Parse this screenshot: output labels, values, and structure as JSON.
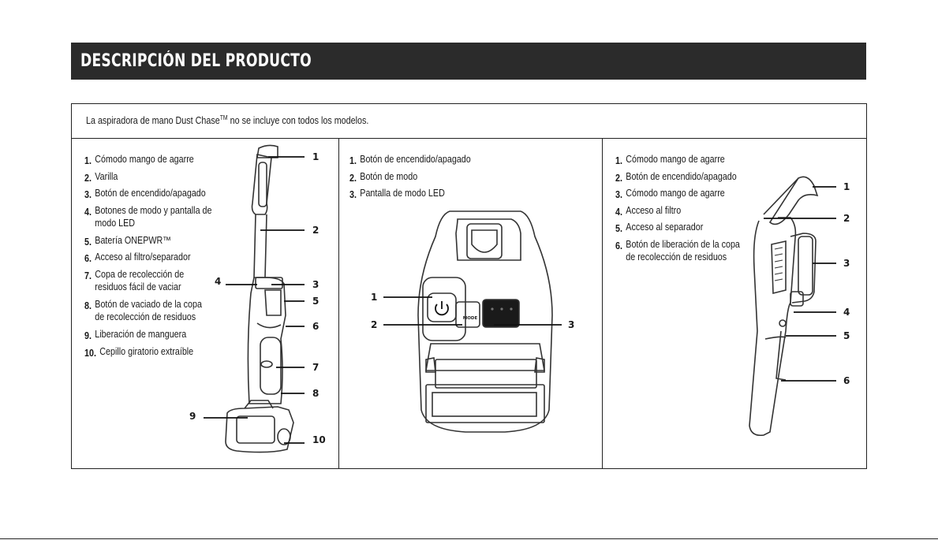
{
  "header": {
    "title": "DESCRIPCIÓN DEL PRODUCTO"
  },
  "note": {
    "text_before": "La aspiradora de mano Dust Chase",
    "trademark": "TM",
    "text_after": " no se incluye con todos los modelos."
  },
  "panel_upright": {
    "items": [
      {
        "num": "1.",
        "text": "Cómodo mango de agarre"
      },
      {
        "num": "2.",
        "text": "Varilla"
      },
      {
        "num": "3.",
        "text": "Botón de encendido/apagado"
      },
      {
        "num": "4.",
        "text": "Botones de modo y pantalla de modo LED"
      },
      {
        "num": "5.",
        "text": "Batería ONEPWR™"
      },
      {
        "num": "6.",
        "text": "Acceso al filtro/separador"
      },
      {
        "num": "7.",
        "text": "Copa de recolección de residuos fácil de vaciar"
      },
      {
        "num": "8.",
        "text": "Botón de vaciado de la copa de recolección de residuos"
      },
      {
        "num": "9.",
        "text": "Liberación de manguera"
      },
      {
        "num": "10.",
        "text": "Cepillo giratorio extraíble"
      }
    ],
    "callouts": [
      "1",
      "2",
      "3",
      "4",
      "5",
      "6",
      "7",
      "8",
      "9",
      "10"
    ]
  },
  "panel_control": {
    "items": [
      {
        "num": "1.",
        "text": "Botón de encendido/apagado"
      },
      {
        "num": "2.",
        "text": "Botón de modo"
      },
      {
        "num": "3.",
        "text": "Pantalla de modo LED"
      }
    ],
    "mode_label": "MODE",
    "callouts": [
      "1",
      "2",
      "3"
    ]
  },
  "panel_handheld": {
    "items": [
      {
        "num": "1.",
        "text": "Cómodo mango de agarre"
      },
      {
        "num": "2.",
        "text": "Botón de encendido/apagado"
      },
      {
        "num": "3.",
        "text": "Cómodo mango de agarre"
      },
      {
        "num": "4.",
        "text": "Acceso al filtro"
      },
      {
        "num": "5.",
        "text": "Acceso al separador"
      },
      {
        "num": "6.",
        "text": "Botón de liberación de la copa de recolección de residuos"
      }
    ],
    "callouts": [
      "1",
      "2",
      "3",
      "4",
      "5",
      "6"
    ]
  }
}
